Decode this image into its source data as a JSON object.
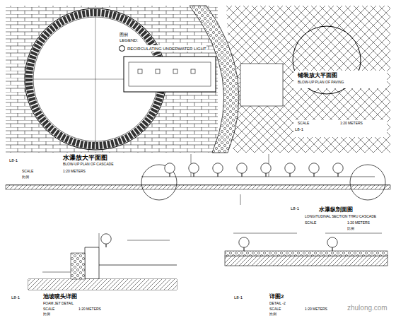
{
  "diagram": {
    "labels": [
      "水瀑放大平面图",
      "BLOW-UP PLAN OF CASCADE",
      "SCALE",
      "1:20 METERS",
      "比例",
      "L8-1",
      "铺装放大平面图",
      "BLOW-UP PLAN OF PAVING",
      "SCALE",
      "1:20 METERS",
      "L8-1",
      "水瀑纵剖面图",
      "LONGITUDINAL SECTION THRU CASCADE",
      "SCALE",
      "1:20 METERS",
      "比例",
      "L8-1",
      "池坡喷头详图",
      "FOAM JET DETAIL",
      "SCALE",
      "1:20 METERS",
      "比例",
      "L8-1",
      "详图2",
      "DETAIL -2",
      "SCALE",
      "1:20 METERS",
      "比例",
      "L8-1",
      "图例",
      "LEGEND:",
      "zhulong.com"
    ],
    "legend": [
      {
        "text": "RECIRCULATING UNDERWATER LIGHT"
      }
    ]
  }
}
